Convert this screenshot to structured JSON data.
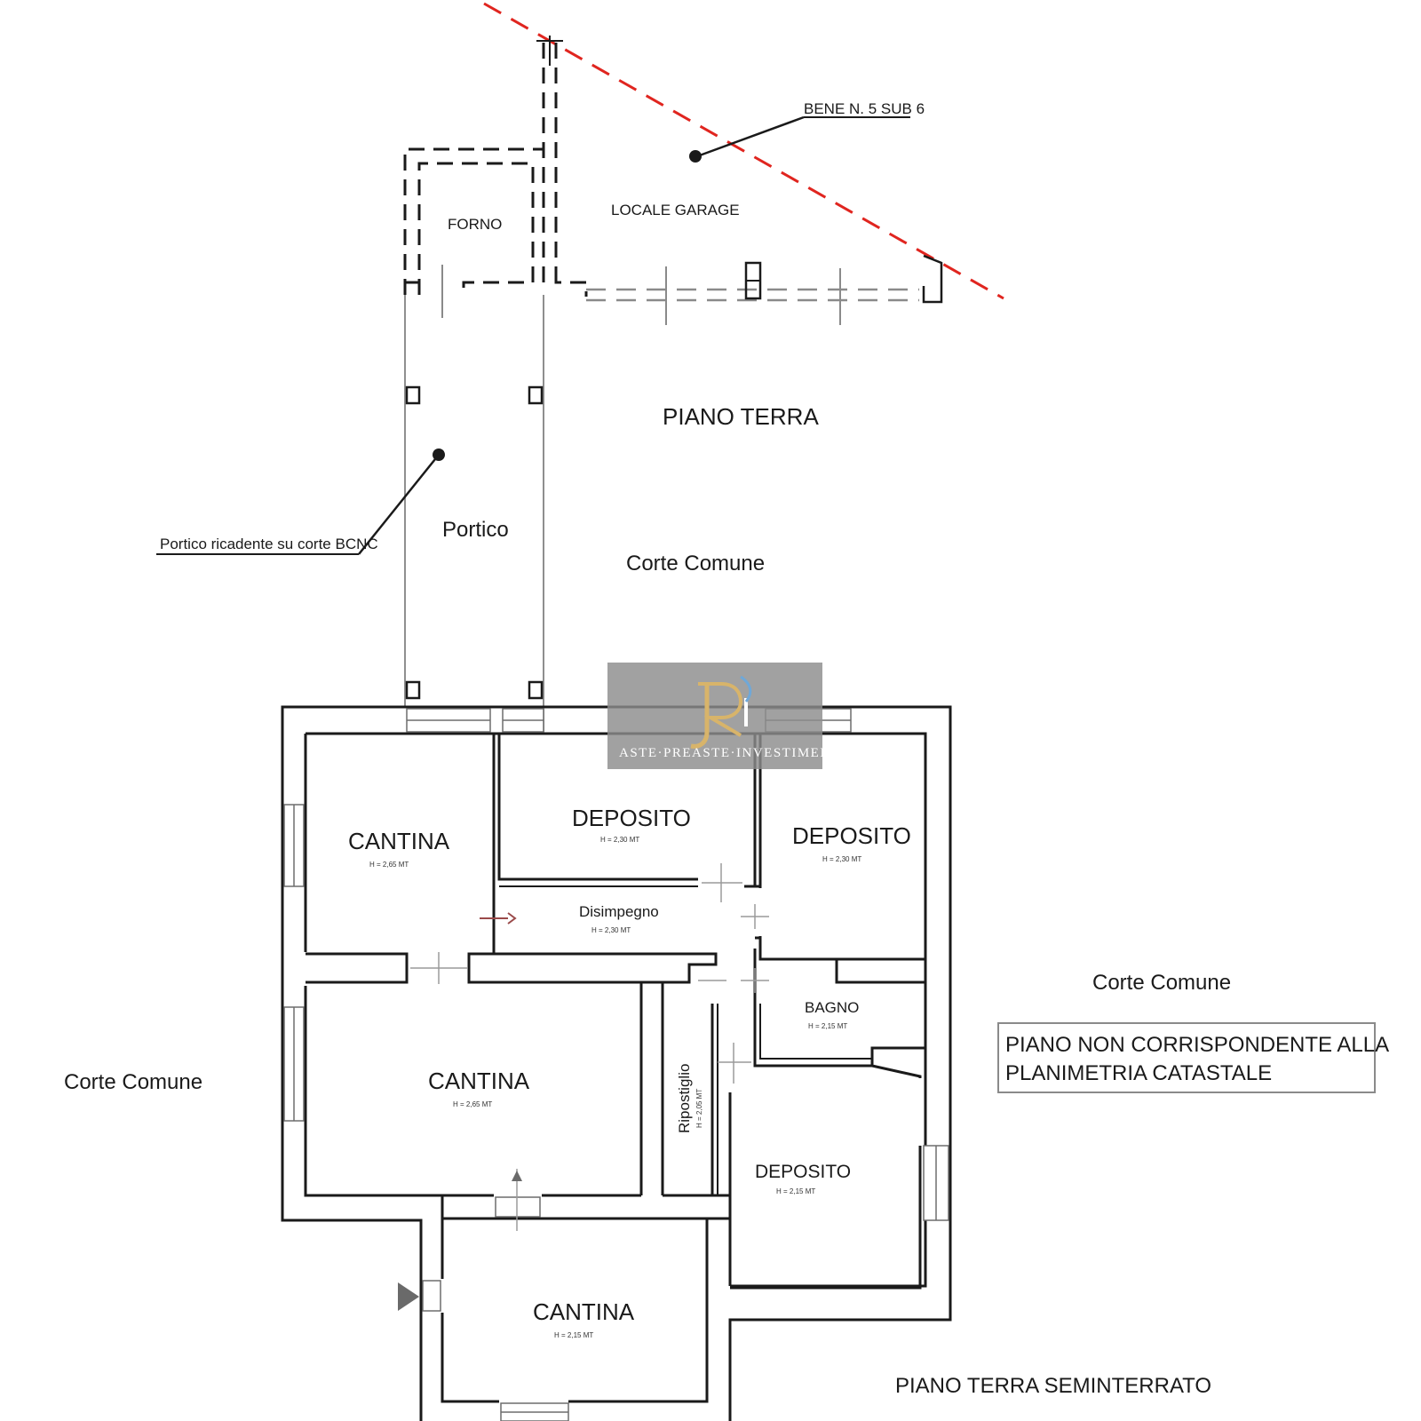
{
  "labels": {
    "bene": "BENE N. 5 SUB 6",
    "locale_garage": "LOCALE GARAGE",
    "forno": "FORNO",
    "piano_terra": "PIANO TERRA",
    "portico": "Portico",
    "portico_note": "Portico ricadente su corte BCNC",
    "corte_comune_top": "Corte Comune",
    "corte_comune_right": "Corte Comune",
    "corte_comune_left": "Corte Comune",
    "piano_seminterrato": "PIANO TERRA SEMINTERRATO"
  },
  "notice": {
    "line1": "PIANO NON CORRISPONDENTE ALLA",
    "line2": "PLANIMETRIA CATASTALE"
  },
  "rooms": {
    "cantina_1": {
      "name": "CANTINA",
      "height": "H = 2,65 MT"
    },
    "deposito_1": {
      "name": "DEPOSITO",
      "height": "H = 2,30 MT"
    },
    "deposito_2": {
      "name": "DEPOSITO",
      "height": "H = 2,30 MT"
    },
    "disimpegno": {
      "name": "Disimpegno",
      "height": "H = 2,30 MT"
    },
    "bagno": {
      "name": "BAGNO",
      "height": "H = 2,15 MT"
    },
    "cantina_2": {
      "name": "CANTINA",
      "height": "H = 2,65 MT"
    },
    "ripostiglio": {
      "name": "Ripostiglio",
      "height": "H = 2,05 MT"
    },
    "deposito_3": {
      "name": "DEPOSITO",
      "height": "H = 2,15 MT"
    },
    "cantina_3": {
      "name": "CANTINA",
      "height": "H = 2,15 MT"
    }
  },
  "watermark": {
    "text": "ASTE·PREASTE·INVESTIMENTI"
  },
  "colors": {
    "wall": "#1a1a1a",
    "boundary": "#e0251f",
    "watermark_bg": "#8c8c8c",
    "watermark_gold": "#d8b46a"
  }
}
